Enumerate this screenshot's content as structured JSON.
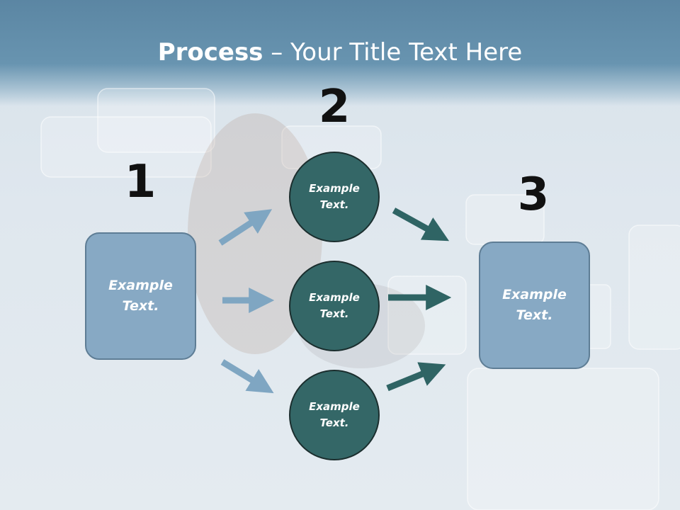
{
  "title": {
    "bold": "Process",
    "rest": " – Your Title Text Here"
  },
  "steps": {
    "one": "1",
    "two": "2",
    "three": "3"
  },
  "left_box": {
    "text": "Example\nText."
  },
  "right_box": {
    "text": "Example\nText."
  },
  "circles": [
    {
      "text": "Example\nText."
    },
    {
      "text": "Example\nText."
    },
    {
      "text": "Example\nText."
    }
  ],
  "colors": {
    "box_fill": "#87a9c4",
    "circle_fill": "#346767",
    "arrow_light": "#7fa6c2",
    "arrow_dark": "#2f6464",
    "header": "#6894b0"
  }
}
